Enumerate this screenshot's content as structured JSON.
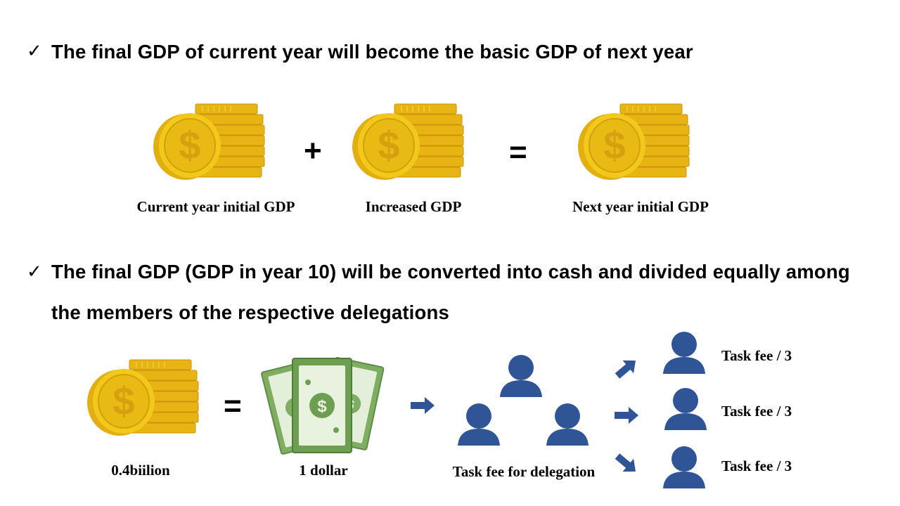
{
  "section1": {
    "check": "✓",
    "heading": "The final GDP of current year will become the basic GDP of next year",
    "plus": "+",
    "equals": "=",
    "labels": {
      "current": "Current year initial GDP",
      "increased": "Increased GDP",
      "next": "Next year initial GDP"
    }
  },
  "section2": {
    "check": "✓",
    "heading_line1": "The final GDP (GDP in year 10) will be converted into cash and divided equally among",
    "heading_line2": "the members of the respective delegations",
    "equals": "=",
    "labels": {
      "gdp": "0.4biilion",
      "cash": "1 dollar",
      "delegation": "Task fee for delegation"
    },
    "fees": [
      "Task fee / 3",
      "Task fee / 3",
      "Task fee / 3"
    ]
  },
  "colors": {
    "coin": "#F2C81A",
    "coin_dark": "#D9A70E",
    "money_green": "#6E9E52",
    "person_blue": "#2F5597",
    "arrow_blue": "#2F5597"
  },
  "icons": [
    "gold-coin-stack-icon",
    "cash-bills-icon",
    "person-icon",
    "arrow-icon"
  ]
}
